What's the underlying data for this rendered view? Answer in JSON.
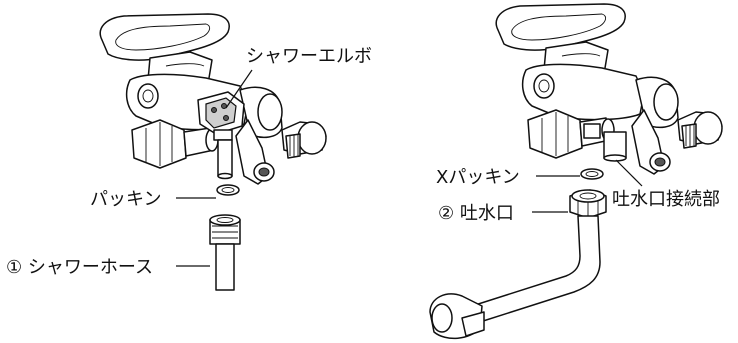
{
  "labels": {
    "shower_elbow": "シャワーエルボ",
    "packing": "パッキン",
    "shower_hose": "① シャワーホース",
    "x_packing": "Xパッキン",
    "spout": "② 吐水口",
    "spout_connection": "吐水口接続部"
  }
}
